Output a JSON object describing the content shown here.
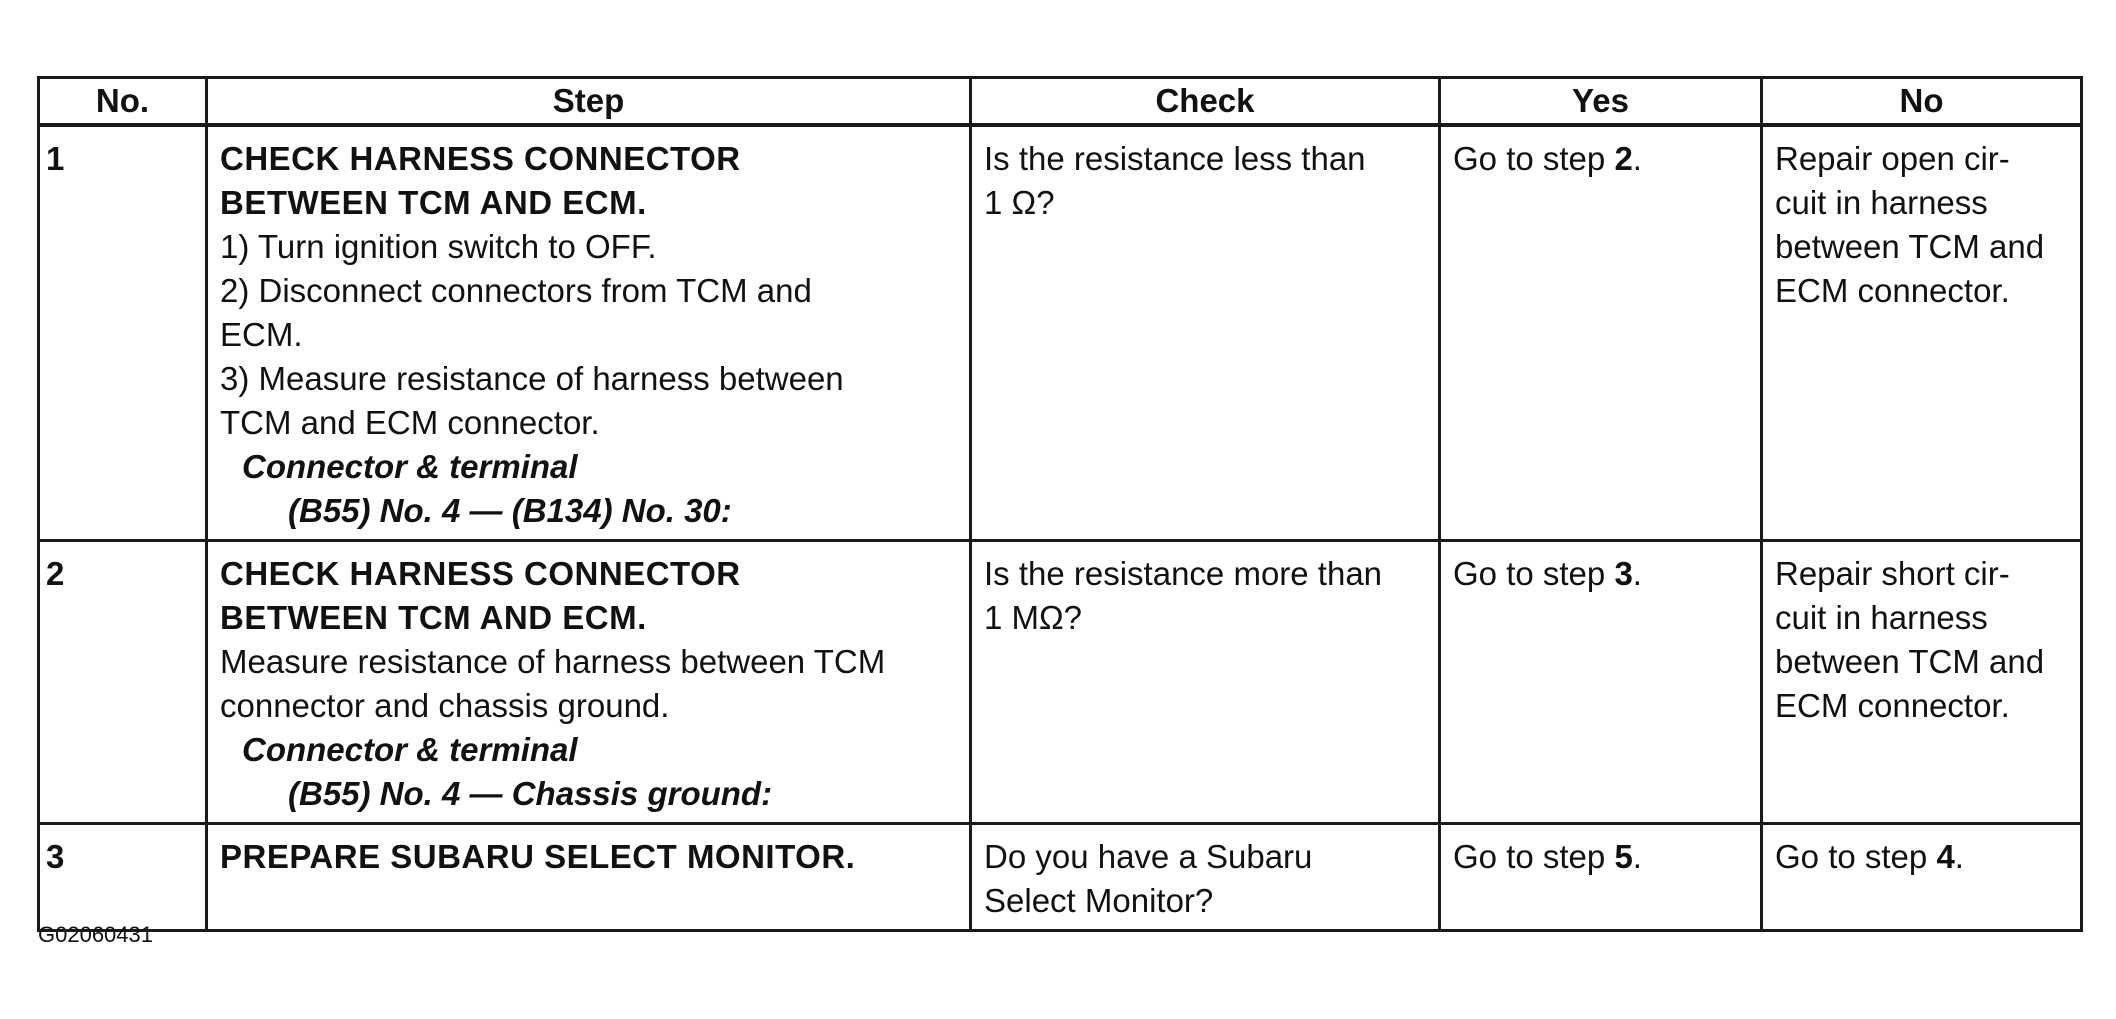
{
  "table": {
    "headers": [
      "No.",
      "Step",
      "Check",
      "Yes",
      "No"
    ],
    "rows": [
      {
        "no": "1",
        "title_lines": [
          "CHECK HARNESS CONNECTOR",
          "BETWEEN TCM AND ECM."
        ],
        "body_lines": [
          "1) Turn ignition switch to OFF.",
          "2) Disconnect connectors from TCM and",
          "ECM.",
          "3) Measure resistance of harness between",
          "TCM and ECM connector."
        ],
        "sub_heading": "Connector & terminal",
        "sub_value": "(B55) No. 4 — (B134) No. 30:",
        "check_lines": [
          "Is the resistance less than",
          "1 Ω?"
        ],
        "yes_prefix": "Go to step ",
        "yes_step": "2",
        "yes_suffix": ".",
        "no_lines": [
          "Repair open cir-",
          "cuit in harness",
          "between TCM and",
          "ECM connector."
        ]
      },
      {
        "no": "2",
        "title_lines": [
          "CHECK HARNESS CONNECTOR",
          "BETWEEN TCM AND ECM."
        ],
        "body_lines": [
          "Measure resistance of harness between TCM",
          "connector and chassis ground."
        ],
        "sub_heading": "Connector & terminal",
        "sub_value": "(B55) No. 4 — Chassis ground:",
        "check_lines": [
          "Is the resistance more than",
          "1 MΩ?"
        ],
        "yes_prefix": "Go to step ",
        "yes_step": "3",
        "yes_suffix": ".",
        "no_lines": [
          "Repair short cir-",
          "cuit in harness",
          "between TCM and",
          "ECM connector."
        ]
      },
      {
        "no": "3",
        "title_lines": [
          "PREPARE SUBARU SELECT MONITOR."
        ],
        "check_lines": [
          "Do you have a Subaru",
          "Select Monitor?"
        ],
        "yes_prefix": "Go to step ",
        "yes_step": "5",
        "yes_suffix": ".",
        "no_prefix": "Go to step ",
        "no_step": "4",
        "no_suffix": "."
      }
    ]
  },
  "figure_id": "G02060431"
}
